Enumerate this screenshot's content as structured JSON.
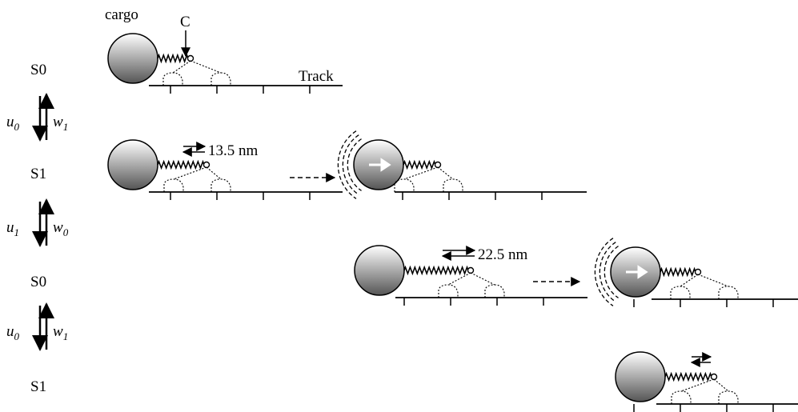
{
  "labels": {
    "cargo": "cargo",
    "c_point": "C",
    "track": "Track",
    "dist_first": "13.5 nm",
    "dist_second": "22.5 nm"
  },
  "states": [
    {
      "name": "S0"
    },
    {
      "name": "S1"
    },
    {
      "name": "S0"
    },
    {
      "name": "S1"
    }
  ],
  "transitions": [
    {
      "down_rate": "u",
      "down_sub": "0",
      "up_rate": "w",
      "up_sub": "1"
    },
    {
      "down_rate": "u",
      "down_sub": "1",
      "up_rate": "w",
      "up_sub": "0"
    },
    {
      "down_rate": "u",
      "down_sub": "0",
      "up_rate": "w",
      "up_sub": "1"
    }
  ],
  "colors": {
    "line": "#000000",
    "cargo_light": "#ffffff",
    "cargo_dark": "#555555"
  }
}
